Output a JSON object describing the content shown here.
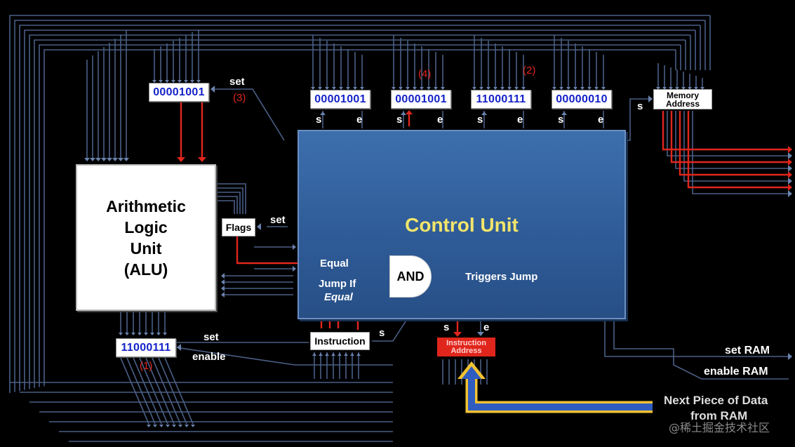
{
  "registers": {
    "r1": "00001001",
    "r2": "00001001",
    "r3": "11000111",
    "r4": "00000010",
    "alu_in": "00001001",
    "alu_out": "11000111"
  },
  "annotations": {
    "a1": "(1)",
    "a2": "(2)",
    "a3": "(3)",
    "a4": "(4)"
  },
  "alu": {
    "line1": "Arithmetic",
    "line2": "Logic",
    "line3": "Unit",
    "line4": "(ALU)"
  },
  "control_unit": {
    "title": "Control Unit",
    "equal": "Equal",
    "jump_if": "Jump If",
    "jump_if_equal": "Equal",
    "and_gate": "AND",
    "triggers": "Triggers Jump"
  },
  "labels": {
    "flags": "Flags",
    "set": "set",
    "enable": "enable",
    "s": "s",
    "e": "e",
    "instruction": "Instruction",
    "instruction_address_1": "Instruction",
    "instruction_address_2": "Address",
    "memory_address_1": "Memory",
    "memory_address_2": "Address",
    "set_ram": "set RAM",
    "enable_ram": "enable RAM",
    "next_piece_1": "Next Piece of Data",
    "next_piece_2": "from RAM",
    "watermark": "@稀土掘金技术社区"
  },
  "colors": {
    "bus": "#4a5f86",
    "active": "#e0261c",
    "arrow_yellow": "#f2c232",
    "arrow_blue": "#2f5cc0"
  }
}
